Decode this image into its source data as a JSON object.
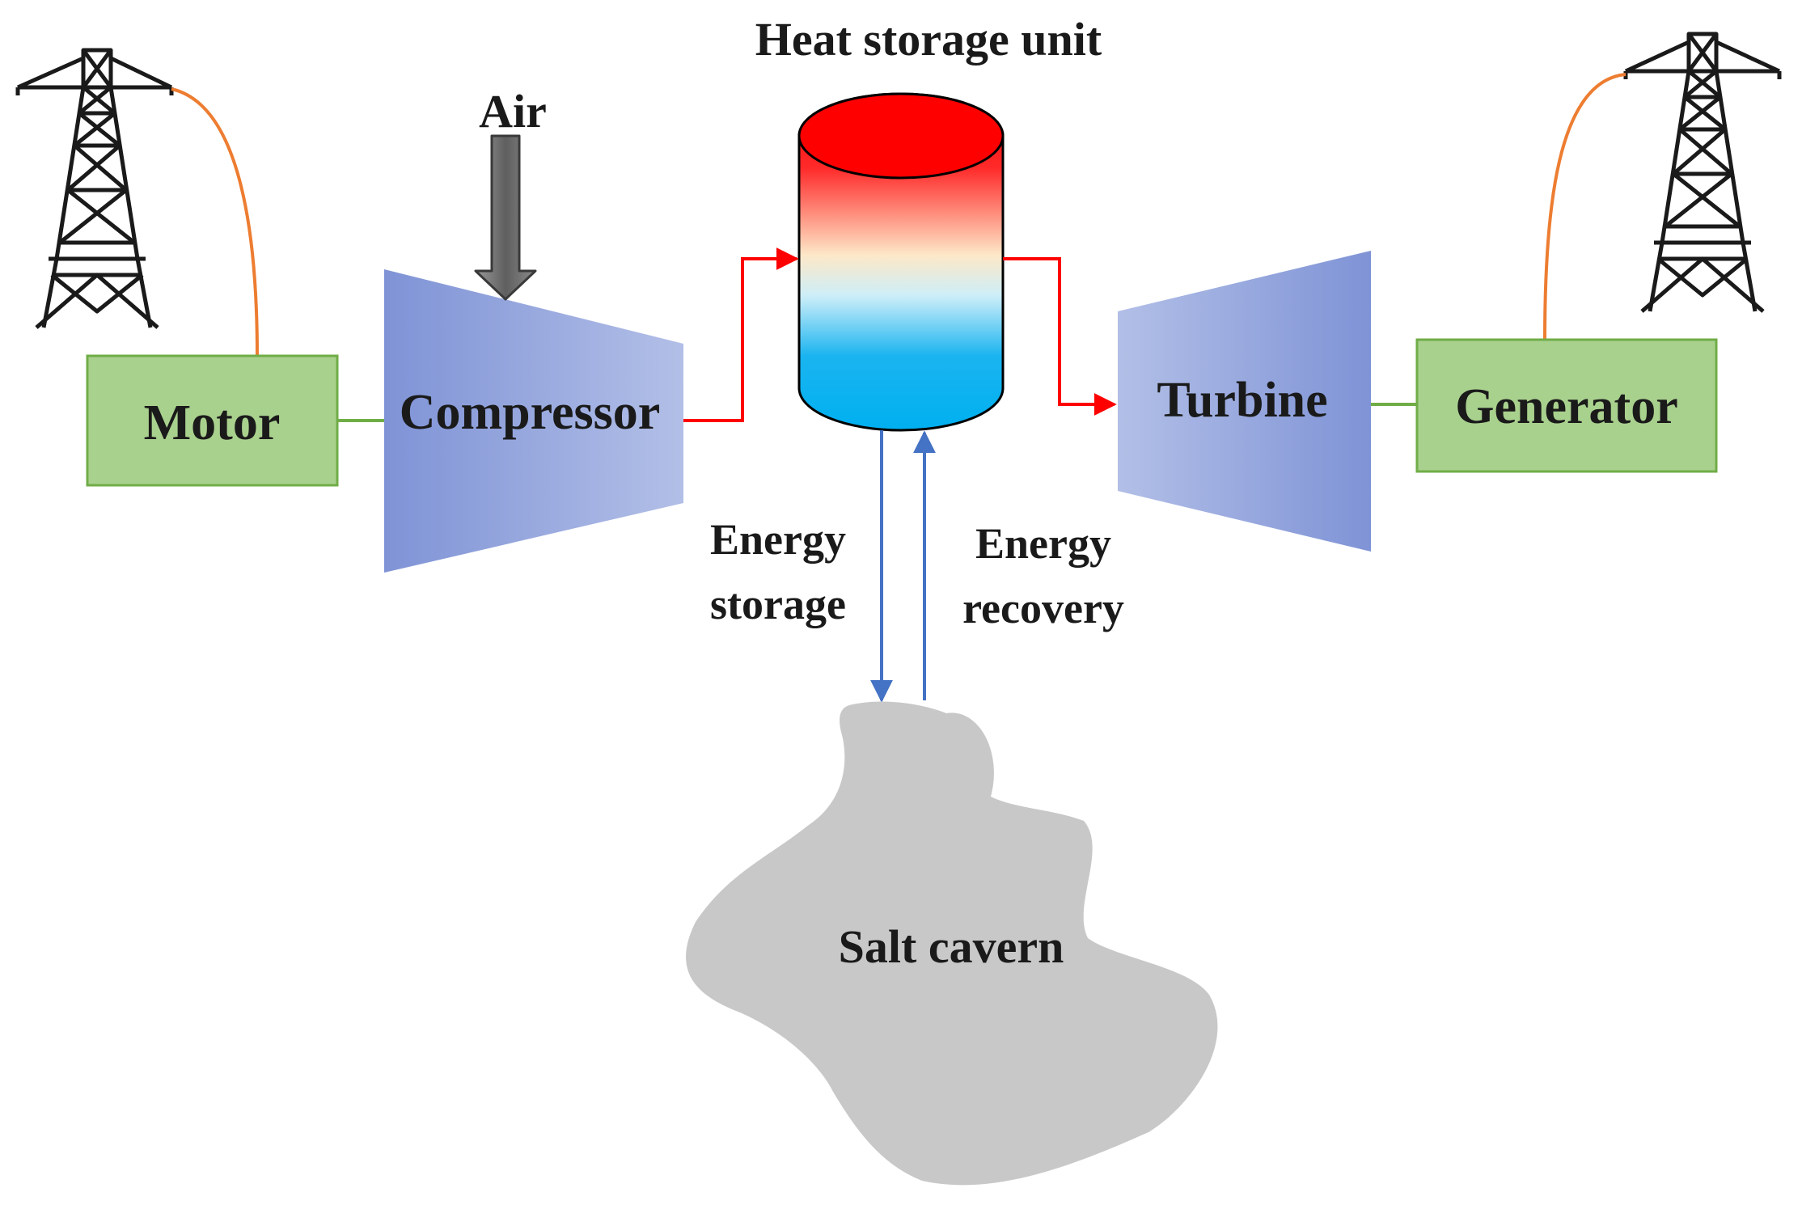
{
  "labels": {
    "heat_storage": "Heat storage unit",
    "air": "Air",
    "motor": "Motor",
    "compressor": "Compressor",
    "turbine": "Turbine",
    "generator": "Generator",
    "energy_storage_line1": "Energy",
    "energy_storage_line2": "storage",
    "energy_recovery_line1": "Energy",
    "energy_recovery_line2": "recovery",
    "salt_cavern": "Salt cavern"
  },
  "colors": {
    "box_fill": "#a9d18e",
    "box_stroke": "#70ad47",
    "machine_dark": "#8497d6",
    "machine_light": "#b0bde6",
    "hot": "#ff0000",
    "cold": "#00b0f0",
    "flow_red": "#ff0000",
    "flow_blue": "#4472c4",
    "cable_orange": "#ed7d31",
    "cavern_fill": "#c8c8c8",
    "air_arrow": "#7f7f7f"
  }
}
